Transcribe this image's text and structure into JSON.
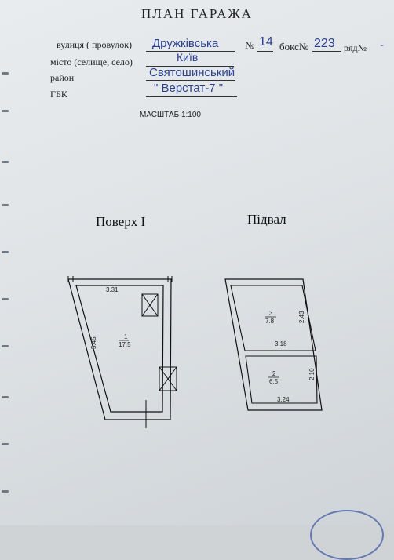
{
  "title": "ПЛАН ГАРАЖА",
  "fields": {
    "street_label": "вулиця ( провулок)",
    "street_value": "Дружківська",
    "number_label": "№",
    "number_value": "14",
    "box_label": "бокс№",
    "box_value": "223",
    "row_label": "ряд№",
    "row_value": "-",
    "city_label": "місто (селище, село)",
    "city_value": "Київ",
    "district_label": "район",
    "district_value": "Святошинський",
    "gbk_label": "ГБК",
    "gbk_value": "\" Верстат-7 \""
  },
  "scale": "МАСШТАБ 1:100",
  "plans": {
    "floor": {
      "heading": "Поверх І",
      "width": "3.31",
      "length": "5.45",
      "room_number": "1",
      "room_area": "17.5"
    },
    "basement": {
      "heading": "Підвал",
      "room3_number": "3",
      "room3_area": "7.8",
      "room3_depth": "2.43",
      "room3_width": "3.18",
      "room2_number": "2",
      "room2_area": "6.5",
      "room2_depth": "2.10",
      "room2_width": "3.24"
    }
  }
}
